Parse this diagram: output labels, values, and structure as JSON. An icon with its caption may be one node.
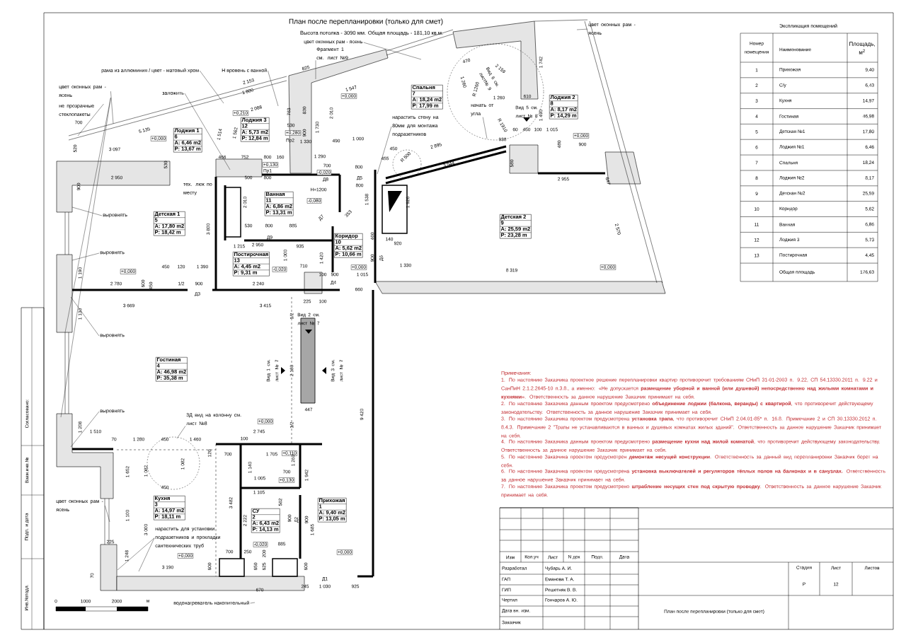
{
  "diagram": {
    "title": "План после перепланировки (только для смет)",
    "nodes": [
      {
        "text": [
          "Лоджия 1",
          "6",
          "A: 6,46 m2",
          "P: 13,67 m"
        ]
      },
      {
        "text": [
          "Лоджия 3",
          "12",
          "A: 5,73 m2",
          "P: 12,84 m"
        ]
      },
      {
        "text": [
          "Спальня",
          "7",
          "A: 18,24 m2",
          "P: 17,99 m"
        ]
      },
      {
        "text": [
          "Лоджия 2",
          "8",
          "A: 8,17 m2",
          "P: 14,29 m"
        ]
      },
      {
        "text": [
          "Детская 1",
          "5",
          "A: 17,80 m2",
          "P: 18,42 m"
        ]
      },
      {
        "text": [
          "Ванная",
          "11",
          "A: 6,86 m2",
          "P: 13,31 m"
        ]
      },
      {
        "text": [
          "Коридор",
          "10",
          "A: 5,62 m2",
          "P: 10,66 m"
        ]
      },
      {
        "text": [
          "Постирочная",
          "13",
          "A: 4,45 m2",
          "P: 9,31 m"
        ]
      },
      {
        "text": [
          "Детская 2",
          "9",
          "A: 25,59 m2",
          "P: 23,28 m"
        ]
      },
      {
        "text": [
          "Гостиная",
          "4",
          "A: 46,98 m2",
          "P: 35,38 m"
        ]
      },
      {
        "text": [
          "Кухня",
          "3",
          "A: 14,97 m2",
          "P: 18,11 m"
        ]
      },
      {
        "text": [
          "СУ",
          "2",
          "A: 6,43 m2",
          "P: 14,13 m"
        ]
      },
      {
        "text": [
          "Прихожая",
          "1",
          "A: 9,40 m2",
          "P: 13,05 m"
        ]
      },
      {
        "text": [
          "цвет оконных рам - ясень"
        ]
      },
      {
        "text": [
          "не прозрачные стеклопакеты"
        ]
      },
      {
        "text": [
          "рама из аллюминия / цвет - матовый хром"
        ]
      },
      {
        "text": [
          "заложить"
        ]
      },
      {
        "text": [
          "Н вровень с ванной"
        ]
      },
      {
        "text": [
          "цвет оконных рам - ясень"
        ]
      },
      {
        "text": [
          "Фрагмент 1 см. лист №9"
        ]
      },
      {
        "text": [
          "нарастить стену на 80мм для монтажа подразетников"
        ]
      },
      {
        "text": [
          "начать от угла"
        ]
      },
      {
        "text": [
          "цвет оконных рам - ясень"
        ]
      },
      {
        "text": [
          "выровнять"
        ]
      },
      {
        "text": [
          "выровнять"
        ]
      },
      {
        "text": [
          "выровнять"
        ]
      },
      {
        "text": [
          "выровнять"
        ]
      },
      {
        "text": [
          "3Д вид на колонну см. лист №8"
        ]
      },
      {
        "text": [
          "цвет оконных рам - ясень"
        ]
      },
      {
        "text": [
          "нарастить для установки подразетников и прокладки сантехнических труб"
        ]
      },
      {
        "text": [
          "водонагреватель накопительный"
        ]
      }
    ],
    "edges": [
      {
        "from": 13,
        "to": null,
        "arrow": "none"
      },
      {
        "from": 13,
        "to": null,
        "arrow": "none"
      },
      {
        "from": 13,
        "to": null,
        "arrow": "none"
      },
      {
        "from": 14,
        "to": null,
        "arrow": "none"
      },
      {
        "from": 15,
        "to": null,
        "arrow": "none"
      },
      {
        "from": 16,
        "to": null,
        "arrow": "none"
      },
      {
        "from": 17,
        "to": null,
        "arrow": "none"
      },
      {
        "from": 18,
        "to": null,
        "arrow": "none"
      },
      {
        "from": 19,
        "to": null,
        "arrow": "none"
      },
      {
        "from": 20,
        "to": null,
        "arrow": "none"
      },
      {
        "from": 21,
        "to": null,
        "arrow": "none"
      },
      {
        "from": 22,
        "to": null,
        "arrow": "none"
      },
      {
        "from": 23,
        "to": null,
        "arrow": "none"
      },
      {
        "from": 24,
        "to": null,
        "arrow": "none"
      },
      {
        "from": 25,
        "to": null,
        "arrow": "none"
      },
      {
        "from": 26,
        "to": null,
        "arrow": "none"
      },
      {
        "from": 27,
        "to": null,
        "arrow": "none"
      },
      {
        "from": 28,
        "to": null,
        "arrow": "none"
      },
      {
        "from": 29,
        "to": null,
        "arrow": "none"
      },
      {
        "from": 29,
        "to": null,
        "arrow": "none"
      },
      {
        "from": 30,
        "to": null,
        "arrow": "none"
      }
    ],
    "labels": [
      "Высота потолка - 3090 мм. Общая площадь - 181,10 кв.м.",
      "тех. люк по месту",
      "700",
      "520",
      "5 135",
      "3 097",
      "2 950",
      "530",
      "900",
      "+0,000",
      "2 153",
      "1 800",
      "2 088",
      "1 514",
      "1 562",
      "466",
      "752",
      "800",
      "160",
      "825",
      "1 547",
      "+0,000",
      "2 010",
      "1 730",
      "830",
      "900",
      "1 330",
      "+0,280",
      "Пр2",
      "530",
      "763",
      "+0,210",
      "+0,130",
      "Пр1",
      "1 290",
      "700",
      "-0,020",
      "Д8",
      "Н=1200",
      "1 000",
      "490",
      "Д5",
      "800",
      "800",
      "1 538",
      "1 926",
      "450",
      "2 895",
      "3 544",
      "500",
      "800",
      "2 010",
      "530",
      "800",
      "885",
      "3 800",
      "Д7",
      "-0,080",
      "470",
      "2 159",
      "1 260",
      "1 260",
      "R 1260",
      "Вид 6 см. лист№ 9",
      "610",
      "1 742",
      "Вид 5 см. лист № 8",
      "1 490",
      "R 1910",
      "938",
      "60",
      "450",
      "100",
      "1 015",
      "+0,000",
      "900",
      "480",
      "580",
      "2 955",
      "647",
      "2 570",
      "8 319",
      "+0,000",
      "1 330",
      "920",
      "460",
      "140",
      "Д6",
      "900",
      "1 015",
      "660",
      "+0,000",
      "353",
      "R 500",
      "455",
      "1 190",
      "+0,000",
      "450",
      "120",
      "1 390",
      "2 780",
      "600",
      "450",
      "1/2",
      "900",
      "Д3",
      "3 669",
      "1 130",
      "3 415",
      "225",
      "100",
      "1 215",
      "2 950",
      "935",
      "-0,020",
      "710",
      "1 000",
      "1 420",
      "2 240",
      "Д4",
      "100",
      "900",
      "Вид 2 см. лист № 7",
      "2 180",
      "Вид 1 см. лист № 7",
      "Вид 3 см. лист № 7",
      "447",
      "1/2",
      "1/2",
      "9 420",
      "+0,000",
      "2 745",
      "1 208",
      "1 510",
      "70",
      "1 280",
      "450",
      "1 460",
      "100",
      "120",
      "700",
      "1 652",
      "1 082",
      "1 082",
      "450",
      "1 705",
      "+0,110",
      "1 140",
      "1 260",
      "700",
      "1 005",
      "+0,130",
      "1 942",
      "3 482",
      "1 105",
      "562",
      "1 100",
      "3 000",
      "2 222",
      "900",
      "Д2",
      "900",
      "1 685",
      "-0,020",
      "885",
      "700",
      "250",
      "225",
      "1 248",
      "+0,000",
      "3 190",
      "600",
      "70",
      "650",
      "625",
      "200",
      "600",
      "+0,000",
      "670",
      "245",
      "1 030",
      "Д1",
      "925",
      "Д9",
      "Экспликация помещений",
      "Номер помещения",
      "Наименование",
      "Площадь, м$^{2}$",
      "1",
      "Прихожая",
      "9,40",
      "2",
      "С/у",
      "6,43",
      "3",
      "Кухня",
      "14,97",
      "4",
      "Гостиная",
      "46,98",
      "5",
      "Детская №1",
      "17,80",
      "6",
      "Лоджия №1",
      "6,46",
      "7",
      "Спальня",
      "18,24",
      "8",
      "Лоджия №2",
      "8,17",
      "9",
      "Детская №2",
      "25,59",
      "10",
      "Коридор",
      "5,62",
      "11",
      "Ванная",
      "6,86",
      "12",
      "Лоджия 3",
      "5,73",
      "13",
      "Постирочная",
      "4,45",
      "Общая площадь",
      "176,63",
      "Примечания:",
      "1. По настоянию Заказчика проектное решение перепланировки квартир противоречит требованиям СНиП 31-01-2003 п. 9.22, СП 54.13330.2011 п. 9.22 и СанПиН 2.1.2.2645-10 п.3.8., а именно: «Не допускается **размещение уборной и ванной (или душевой) непосредственно над жилыми комнатами и кухнями**». Ответственность за данное нарушение Заказчик принимает на себя.",
      "2. По настоянию Заказчика данным проектом предусмотрено **объединение лоджии (балкона, веранды) с квартирой**, что противоречит действующему законодательству. Ответственность за данное нарушение Заказчик принимает на себя.",
      "3. По настоянию Заказчика проектом предусмотрена **установка трапа**, что противоречит СНиП 2.04.01-85* п. 16.8. Примечание 2 и СП 30.13330.2012 п. 8.4.3. Примечание 2 \"Трапы не устанавливаются в ванных и душевых комнатах жилых зданий\". Ответственность за данное нарушение Заказчик принимает на себя.",
      "4. По настоянию Заказчика данным проектом предусмотрено **размещение кухни над жилой комнатой**, что противоречит действующему законодательству. Ответственность за данное нарушение Заказчик принимает на себя.",
      "5. По настоянию Заказчика проектом предусмотрен **демонтаж несущей конструкции**. Ответственность за данный вид перепланировки Заказчик берет на себя.",
      "6. По настоянию Заказчика проектом предусмотрена **установка выключателей и регуляторов тёплых полов на балконах и в санузлах.** Ответственность за данное нарушение Заказчик принимает на себя.",
      "7. По настоянию Заказчика проектом предусмотрено **штрабление несущих стен под скрытую проводку**. Ответственность за данное нарушение Заказчик принимает на себя.",
      "Изм",
      "Кол.уч",
      "Лист",
      "N док",
      "Подп.",
      "Дата",
      "Разработал",
      "Чубарь А. И.",
      "ГАП",
      "Еманова Т. А.",
      "ГИП",
      "Решетняк В. В.",
      "Чертил",
      "Гончаров А. Ю.",
      "Дата вн. изм.",
      "Заказчик",
      "Стадия",
      "Лист",
      "Листов",
      "Р",
      "12",
      "План после перепланировки (только для смет)",
      "Согласовано:",
      "Взам.инв.№",
      "Подп. и дата",
      "Инв.№подл.",
      "0",
      "1000",
      "2000",
      "м"
    ]
  }
}
